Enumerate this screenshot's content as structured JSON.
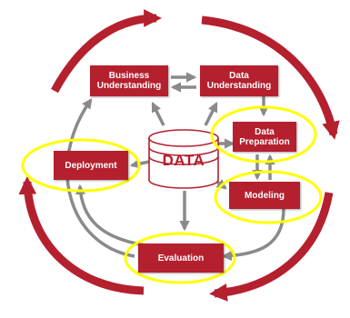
{
  "diagram": {
    "center": {
      "label": "DATA"
    },
    "phases": {
      "business_understanding": {
        "line1": "Business",
        "line2": "Understanding"
      },
      "data_understanding": {
        "line1": "Data",
        "line2": "Understanding"
      },
      "data_preparation": {
        "line1": "Data",
        "line2": "Preparation"
      },
      "modeling": {
        "label": "Modeling"
      },
      "evaluation": {
        "label": "Evaluation"
      },
      "deployment": {
        "label": "Deployment"
      }
    },
    "colors": {
      "phase_box": "#b5202e",
      "cycle_arrow": "#b5202e",
      "inner_arrow": "#8a8a8a",
      "highlight_ellipse": "#ffff00"
    }
  }
}
